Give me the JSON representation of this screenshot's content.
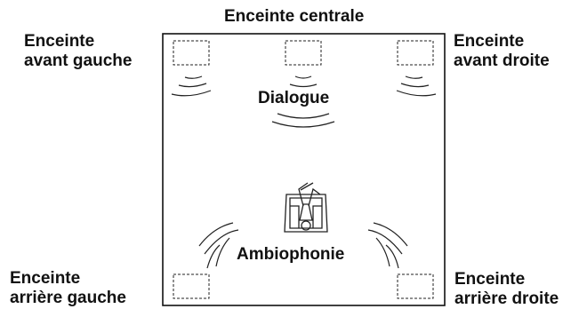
{
  "diagram": {
    "title": "Enceinte centrale",
    "front_left": [
      "Enceinte",
      "avant gauche"
    ],
    "front_right": [
      "Enceinte",
      "avant droite"
    ],
    "rear_left": [
      "Enceinte",
      "arrière gauche"
    ],
    "rear_right": [
      "Enceinte",
      "arrière droite"
    ],
    "dialogue": "Dialogue",
    "surround": "Ambiophonie"
  }
}
